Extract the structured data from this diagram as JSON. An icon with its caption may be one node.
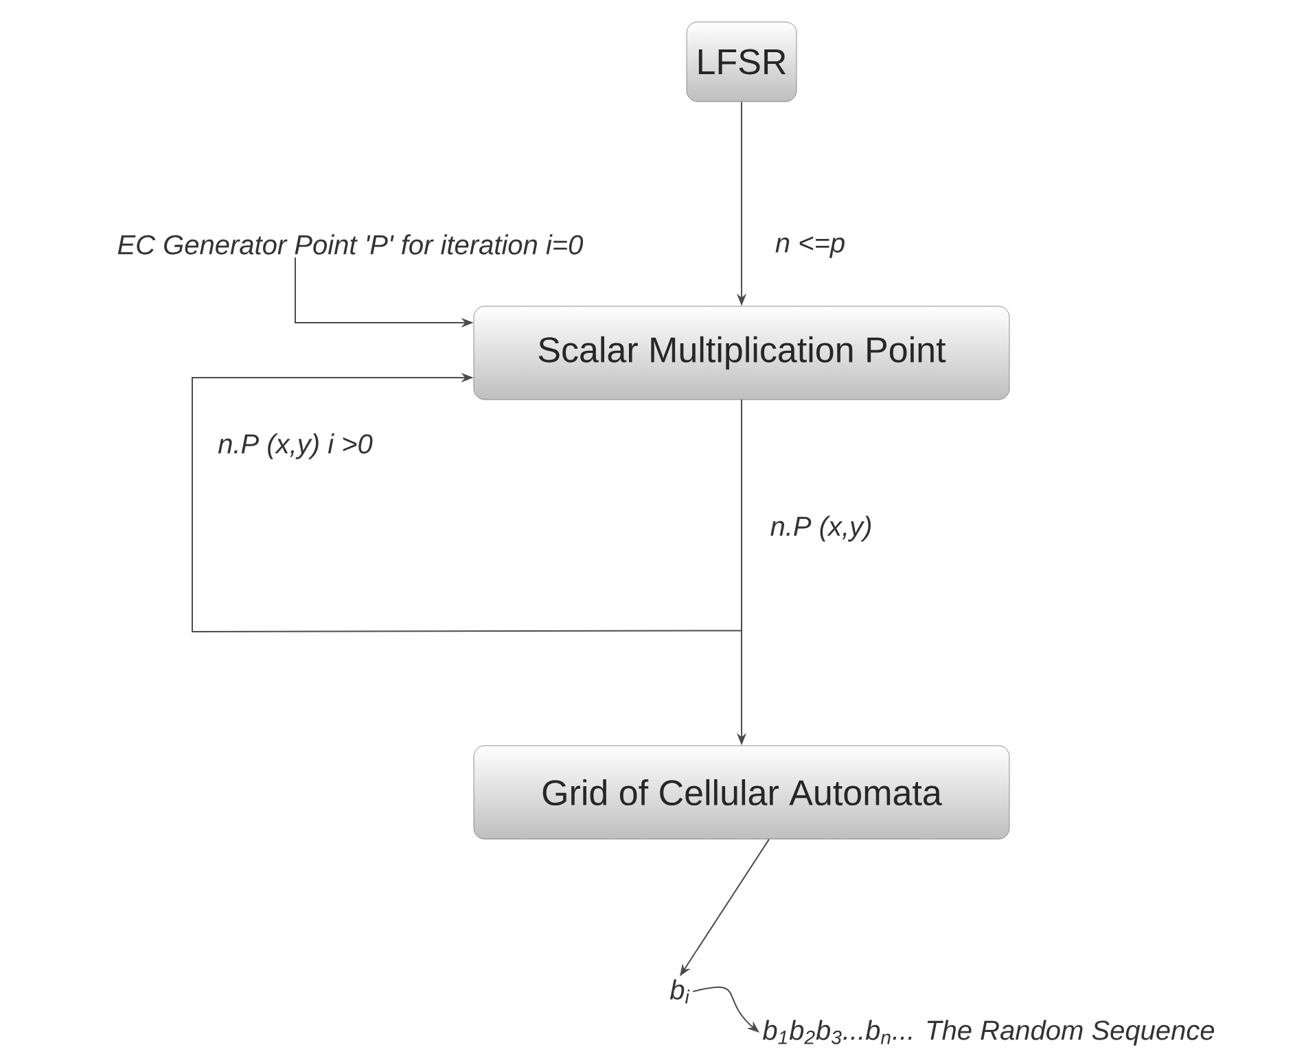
{
  "diagram": {
    "nodes": [
      {
        "text": [
          "LFSR"
        ]
      },
      {
        "text": [
          "EC Generator Point  'P'  for iteration i=0"
        ]
      },
      {
        "text": [
          "Scalar Multiplication Point"
        ]
      },
      {
        "text": [
          "Grid of Cellular Automata"
        ]
      },
      {
        "text": [
          "b$_{i}$"
        ]
      },
      {
        "text": [
          "b$_{1}$b$_{2}$b$_{3}$...b$_{n}$... The Random Sequence"
        ]
      }
    ],
    "edges": [
      {
        "from": 0,
        "to": 2,
        "arrow": "to",
        "label": "n <=p"
      },
      {
        "from": 1,
        "to": 2,
        "arrow": "to"
      },
      {
        "from": 2,
        "to": 3,
        "arrow": "to",
        "label": "n.P   (x,y)"
      },
      {
        "from": 2,
        "to": 2,
        "arrow": "to",
        "label": "n.P   (x,y)  i >0"
      },
      {
        "from": 3,
        "to": 4,
        "arrow": "to"
      },
      {
        "from": 4,
        "to": 5,
        "arrow": "to"
      }
    ]
  }
}
